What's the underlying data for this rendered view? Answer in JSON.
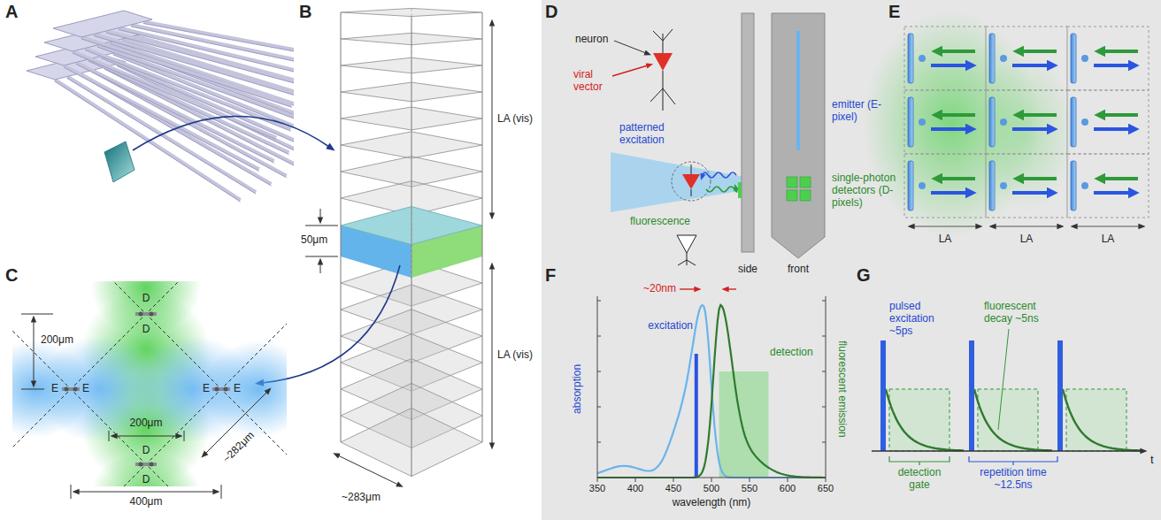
{
  "diagram": {
    "labels": [
      "A",
      "B",
      "C",
      "D",
      "E",
      "F",
      "G",
      "LA (vis)",
      "50μm",
      "LA (vis)",
      "~283μm",
      "D",
      "D",
      "E",
      "E",
      "E",
      "E",
      "D",
      "D",
      "200μm",
      "200μm",
      "400μm",
      "~282μm",
      "neuron",
      "viral vector",
      "patterned excitation",
      "fluorescence",
      "side",
      "front",
      "emitter (E-pixel)",
      "single-photon detectors (D-pixels)",
      "LA",
      "LA",
      "LA",
      "~20nm",
      "absorption",
      "fluorescent emission",
      "excitation",
      "detection",
      "350",
      "400",
      "450",
      "500",
      "550",
      "600",
      "650",
      "wavelength (nm)",
      "pulsed excitation ~5ps",
      "fluorescent decay ~5ns",
      "detection gate",
      "repetition time ~12.5ns",
      "t"
    ]
  }
}
